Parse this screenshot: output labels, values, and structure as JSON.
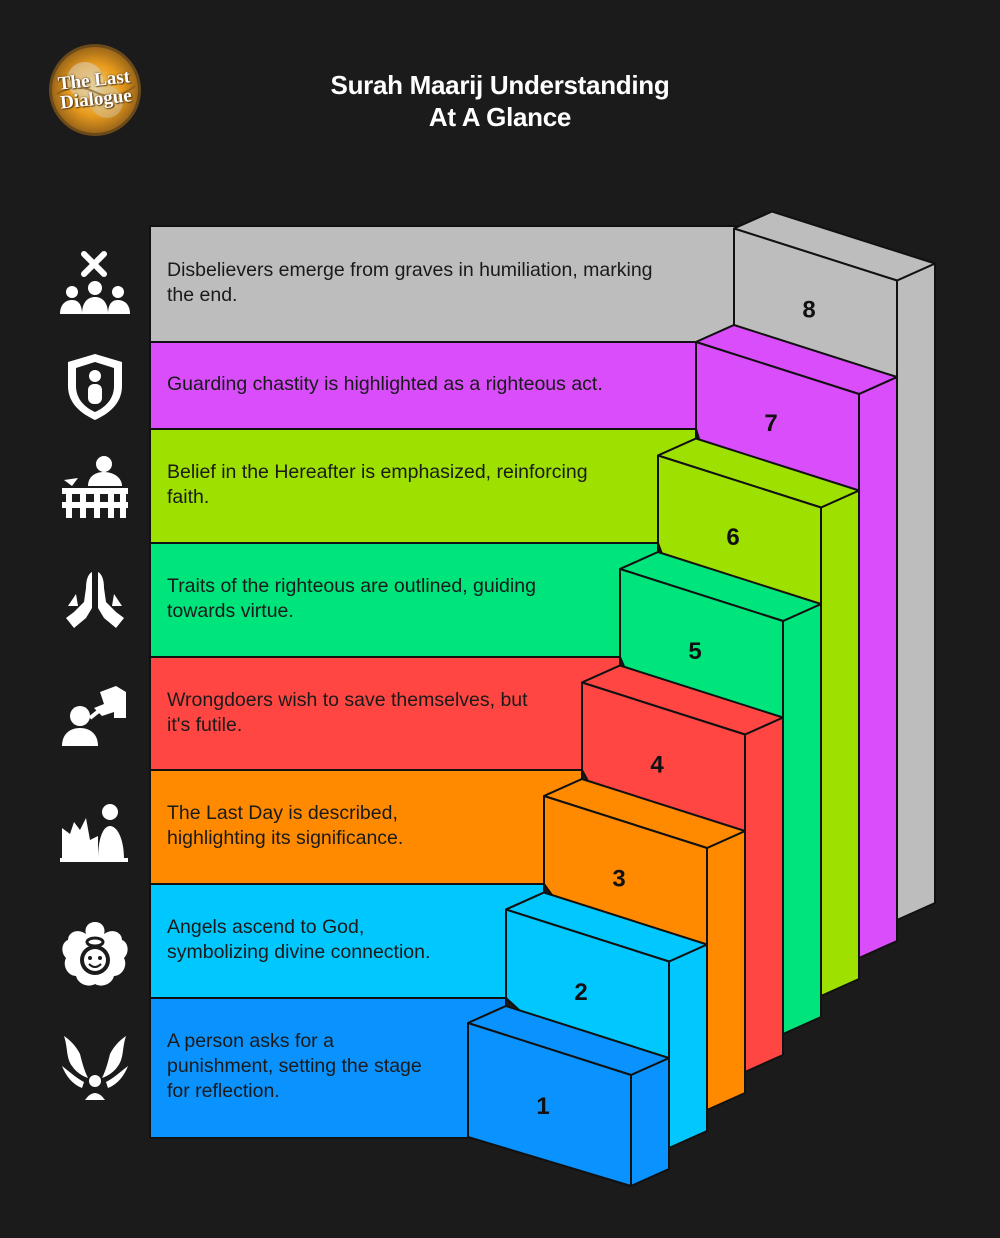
{
  "title": {
    "line1": "Surah Maarij Understanding",
    "line2": "At A Glance"
  },
  "logo": {
    "line1": "The Last",
    "line2": "Dialogue"
  },
  "steps": [
    {
      "number": "1",
      "text": "A person asks for a\npunishment, setting the stage\nfor reflection.",
      "color": "#0a93ff",
      "icon": "angel-wings-person-icon"
    },
    {
      "number": "2",
      "text": "Angels ascend to God,\nsymbolizing divine connection.",
      "color": "#00c8ff",
      "icon": "angel-halo-face-icon"
    },
    {
      "number": "3",
      "text": "The Last Day is described,\nhighlighting its significance.",
      "color": "#ff8a00",
      "icon": "ruins-person-icon"
    },
    {
      "number": "4",
      "text": "Wrongdoers wish to save themselves, but\nit's futile.",
      "color": "#ff4642",
      "icon": "person-pleading-icon"
    },
    {
      "number": "5",
      "text": "Traits of the righteous are outlined, guiding\ntowards virtue.",
      "color": "#00e47c",
      "icon": "praying-hands-icon"
    },
    {
      "number": "6",
      "text": "Belief in the Hereafter is emphasized, reinforcing\nfaith.",
      "color": "#9ee000",
      "icon": "person-fence-icon"
    },
    {
      "number": "7",
      "text": "Guarding chastity is highlighted as a righteous act.",
      "color": "#d94dfa",
      "icon": "shield-person-icon"
    },
    {
      "number": "8",
      "text": "Disbelievers emerge from graves in humiliation, marking\nthe end.",
      "color": "#bdbdbd",
      "icon": "cross-group-icon"
    }
  ]
}
